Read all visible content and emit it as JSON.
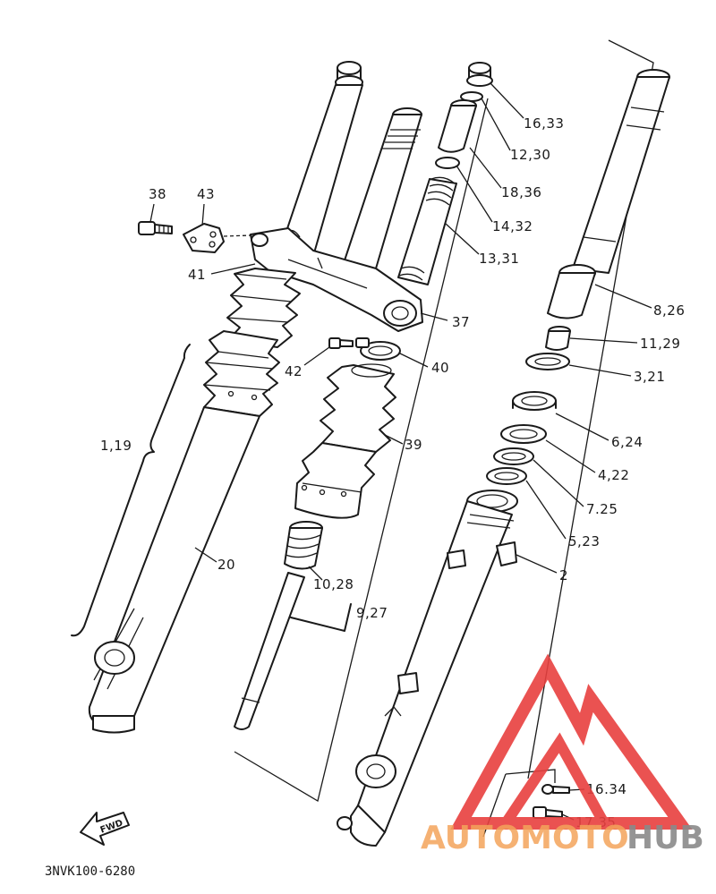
{
  "diagram": {
    "part_code": "3NVK100-6280",
    "fwd_label": "FWD",
    "labels": [
      {
        "id": "16-33",
        "text": "16,33"
      },
      {
        "id": "12-30",
        "text": "12,30"
      },
      {
        "id": "18-36",
        "text": "18,36"
      },
      {
        "id": "14-32",
        "text": "14,32"
      },
      {
        "id": "13-31",
        "text": "13,31"
      },
      {
        "id": "38",
        "text": "38"
      },
      {
        "id": "43",
        "text": "43"
      },
      {
        "id": "41",
        "text": "41"
      },
      {
        "id": "37",
        "text": "37"
      },
      {
        "id": "42",
        "text": "42"
      },
      {
        "id": "40",
        "text": "40"
      },
      {
        "id": "39",
        "text": "39"
      },
      {
        "id": "8-26",
        "text": "8,26"
      },
      {
        "id": "11-29",
        "text": "11,29"
      },
      {
        "id": "3-21",
        "text": "3,21"
      },
      {
        "id": "6-24",
        "text": "6,24"
      },
      {
        "id": "4-22",
        "text": "4,22"
      },
      {
        "id": "7-25",
        "text": "7.25"
      },
      {
        "id": "5-23",
        "text": "5,23"
      },
      {
        "id": "2",
        "text": "2"
      },
      {
        "id": "1-19",
        "text": "1,19"
      },
      {
        "id": "20",
        "text": "20"
      },
      {
        "id": "10-28",
        "text": "10,28"
      },
      {
        "id": "9-27",
        "text": "9,27"
      },
      {
        "id": "16-34",
        "text": "16.34"
      },
      {
        "id": "17-35",
        "text": "17.35"
      }
    ]
  },
  "watermark": {
    "part1": "AUTOMOTO",
    "part2": "HUB",
    "color_primary": "#f3a35a",
    "color_secondary": "#9a9a9a",
    "logo_color": "#e8403f"
  }
}
